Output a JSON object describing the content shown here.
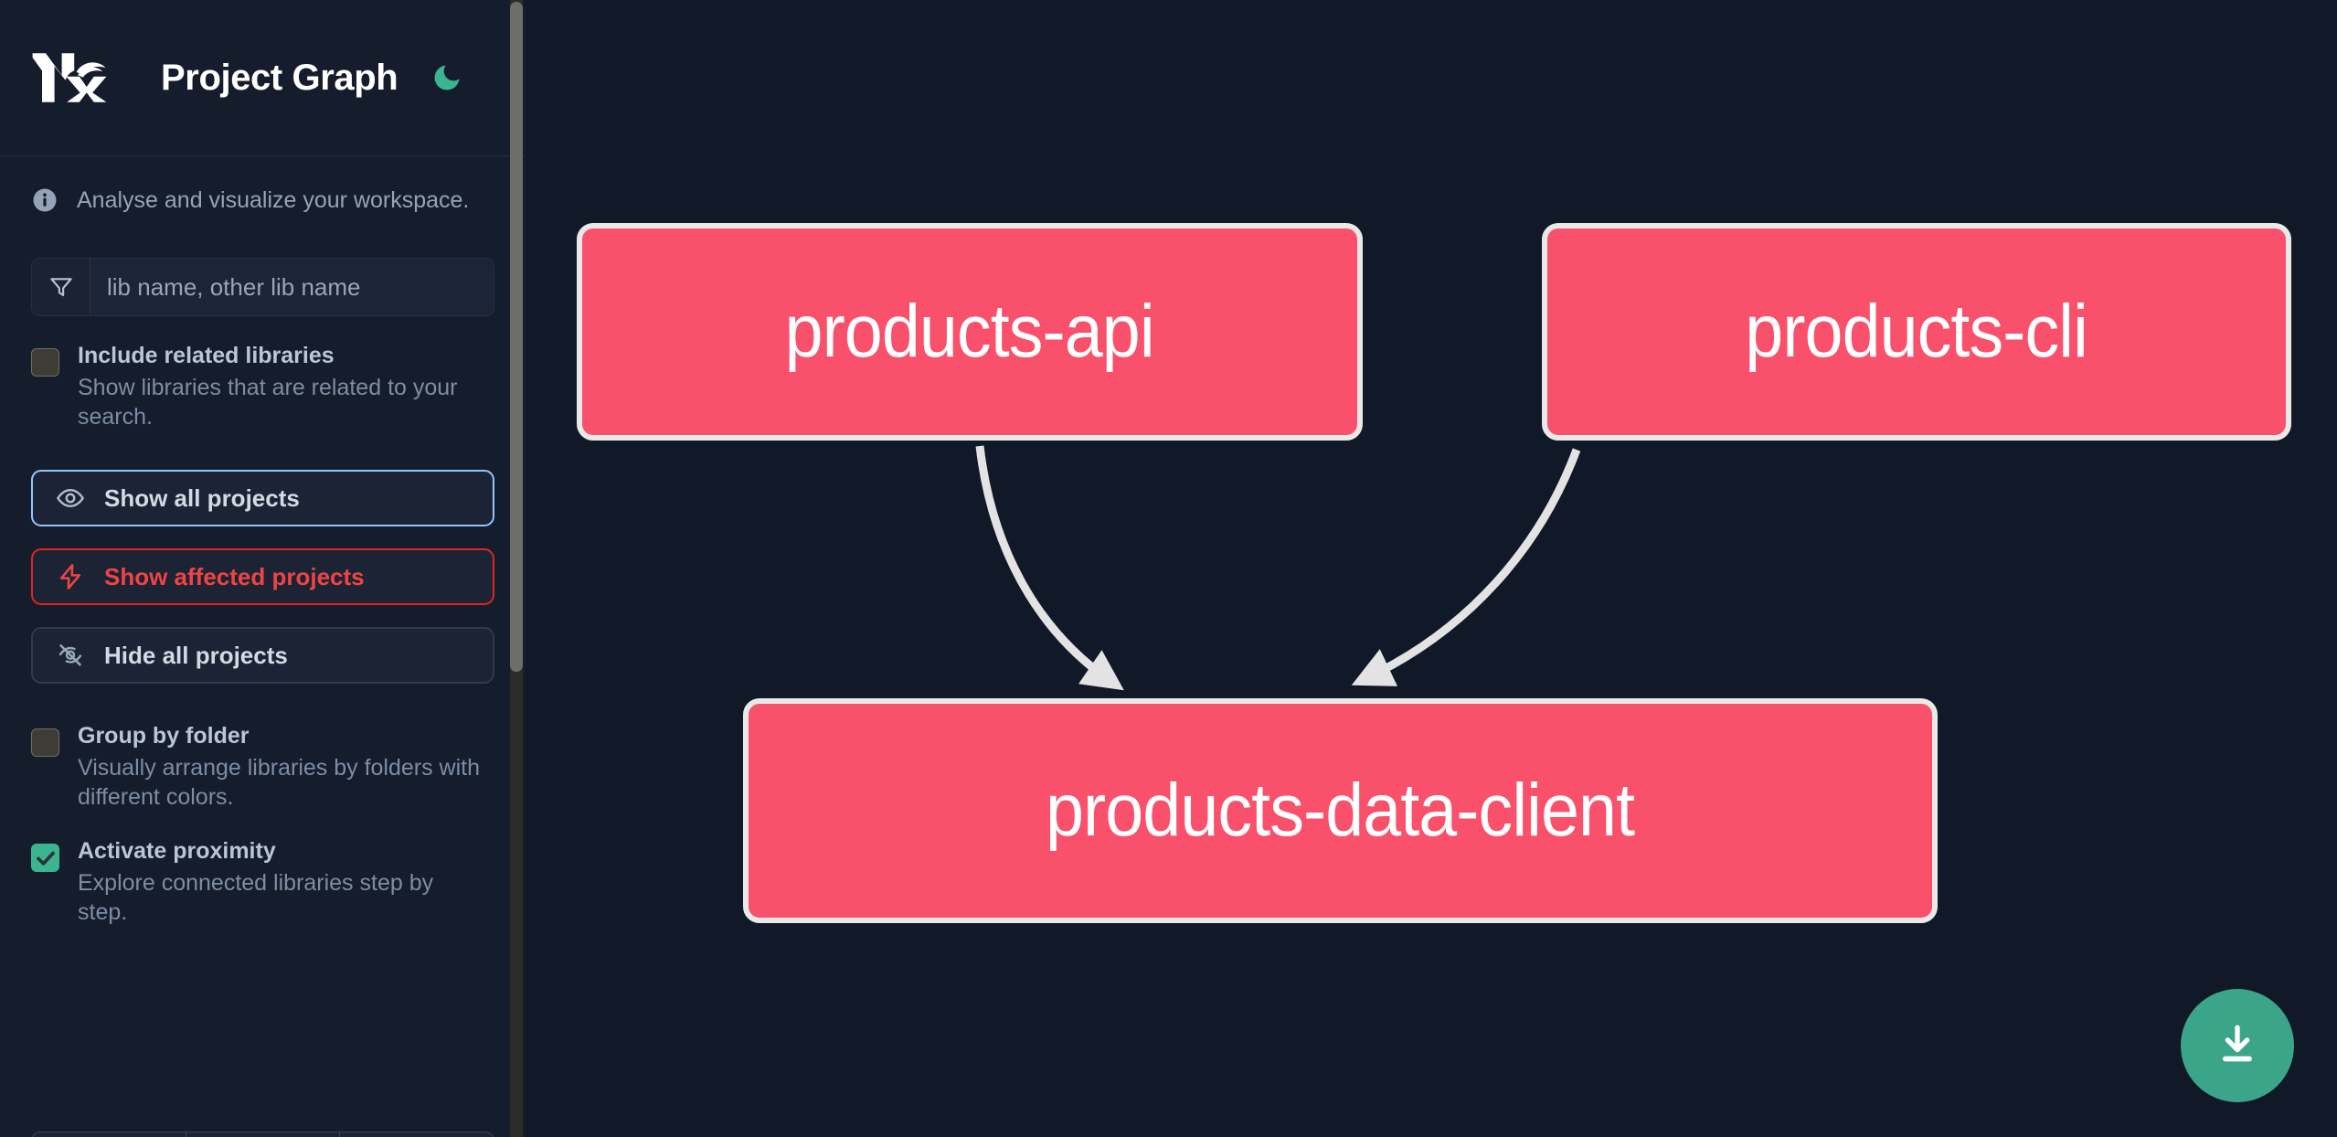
{
  "header": {
    "logo_icon": "nx-logo-icon",
    "title": "Project Graph",
    "theme_toggle_icon": "moon-icon",
    "theme_toggle_color": "#3bb490"
  },
  "sidebar": {
    "info": {
      "icon": "info-circle-icon",
      "text": "Analyse and visualize your workspace."
    },
    "filter": {
      "icon": "funnel-icon",
      "placeholder": "lib name, other lib name",
      "value": ""
    },
    "checkboxes": [
      {
        "id": "include-related-libraries",
        "title": "Include related libraries",
        "description": "Show libraries that are related to your search.",
        "checked": false
      },
      {
        "id": "group-by-folder",
        "title": "Group by folder",
        "description": "Visually arrange libraries by folders with different colors.",
        "checked": false
      },
      {
        "id": "activate-proximity",
        "title": "Activate proximity",
        "description": "Explore connected libraries step by step.",
        "checked": true
      }
    ],
    "buttons": [
      {
        "id": "show-all-projects",
        "label": "Show all projects",
        "icon": "eye-icon",
        "style": "primary"
      },
      {
        "id": "show-affected-projects",
        "label": "Show affected projects",
        "icon": "lightning-icon",
        "style": "danger"
      },
      {
        "id": "hide-all-projects",
        "label": "Hide all projects",
        "icon": "eye-slash-icon",
        "style": "neutral"
      }
    ],
    "scrollbar": {
      "visible": true
    }
  },
  "graph": {
    "node_color": "#f9506b",
    "node_border_color": "#e9e9e9",
    "edge_color": "#e3e3e3",
    "canvas_color": "#111827",
    "nodes": [
      {
        "id": "products-api",
        "label": "products-api"
      },
      {
        "id": "products-cli",
        "label": "products-cli"
      },
      {
        "id": "products-data-client",
        "label": "products-data-client"
      }
    ],
    "edges": [
      {
        "from": "products-api",
        "to": "products-data-client"
      },
      {
        "from": "products-cli",
        "to": "products-data-client"
      }
    ]
  },
  "download_button": {
    "icon": "download-icon",
    "color": "#3aa588"
  }
}
